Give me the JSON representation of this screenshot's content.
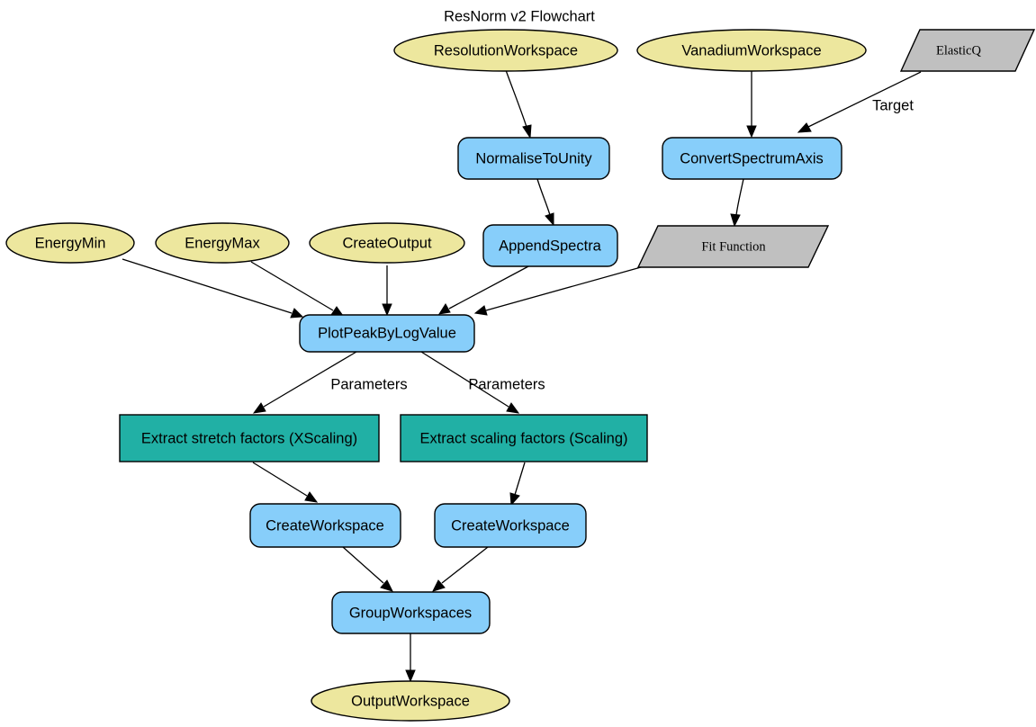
{
  "diagram": {
    "title": "ResNorm v2 Flowchart",
    "type": "flowchart",
    "background": "#ffffff",
    "palette": {
      "input_ellipse_fill": "#EDE79E",
      "algorithm_box_fill": "#87CEFA",
      "process_box_fill": "#21B0A5",
      "parallelogram_fill": "#C0C0C0",
      "stroke": "#000000"
    }
  },
  "nodes": {
    "resolution_workspace": {
      "label": "ResolutionWorkspace",
      "shape": "ellipse",
      "fill": "#EDE79E"
    },
    "vanadium_workspace": {
      "label": "VanadiumWorkspace",
      "shape": "ellipse",
      "fill": "#EDE79E"
    },
    "elastic_q": {
      "label": "ElasticQ",
      "shape": "parallelogram",
      "fill": "#C0C0C0"
    },
    "normalise_to_unity": {
      "label": "NormaliseToUnity",
      "shape": "rounded-rect",
      "fill": "#87CEFA"
    },
    "convert_spectrum_axis": {
      "label": "ConvertSpectrumAxis",
      "shape": "rounded-rect",
      "fill": "#87CEFA"
    },
    "append_spectra": {
      "label": "AppendSpectra",
      "shape": "rounded-rect",
      "fill": "#87CEFA"
    },
    "fit_function": {
      "label": "Fit Function",
      "shape": "parallelogram",
      "fill": "#C0C0C0"
    },
    "energy_min": {
      "label": "EnergyMin",
      "shape": "ellipse",
      "fill": "#EDE79E"
    },
    "energy_max": {
      "label": "EnergyMax",
      "shape": "ellipse",
      "fill": "#EDE79E"
    },
    "create_output": {
      "label": "CreateOutput",
      "shape": "ellipse",
      "fill": "#EDE79E"
    },
    "plot_peak_by_log_value": {
      "label": "PlotPeakByLogValue",
      "shape": "rounded-rect",
      "fill": "#87CEFA"
    },
    "extract_stretch_factors": {
      "label": "Extract stretch factors (XScaling)",
      "shape": "rect",
      "fill": "#21B0A5"
    },
    "extract_scaling_factors": {
      "label": "Extract scaling factors (Scaling)",
      "shape": "rect",
      "fill": "#21B0A5"
    },
    "create_workspace_left": {
      "label": "CreateWorkspace",
      "shape": "rounded-rect",
      "fill": "#87CEFA"
    },
    "create_workspace_right": {
      "label": "CreateWorkspace",
      "shape": "rounded-rect",
      "fill": "#87CEFA"
    },
    "group_workspaces": {
      "label": "GroupWorkspaces",
      "shape": "rounded-rect",
      "fill": "#87CEFA"
    },
    "output_workspace": {
      "label": "OutputWorkspace",
      "shape": "ellipse",
      "fill": "#EDE79E"
    }
  },
  "edge_labels": {
    "target": "Target",
    "parameters_left": "Parameters",
    "parameters_right": "Parameters"
  },
  "edges": [
    {
      "from": "resolution_workspace",
      "to": "normalise_to_unity",
      "label": ""
    },
    {
      "from": "normalise_to_unity",
      "to": "append_spectra",
      "label": ""
    },
    {
      "from": "vanadium_workspace",
      "to": "convert_spectrum_axis",
      "label": ""
    },
    {
      "from": "elastic_q",
      "to": "convert_spectrum_axis",
      "label": "Target"
    },
    {
      "from": "convert_spectrum_axis",
      "to": "fit_function",
      "label": ""
    },
    {
      "from": "energy_min",
      "to": "plot_peak_by_log_value",
      "label": ""
    },
    {
      "from": "energy_max",
      "to": "plot_peak_by_log_value",
      "label": ""
    },
    {
      "from": "create_output",
      "to": "plot_peak_by_log_value",
      "label": ""
    },
    {
      "from": "append_spectra",
      "to": "plot_peak_by_log_value",
      "label": ""
    },
    {
      "from": "fit_function",
      "to": "plot_peak_by_log_value",
      "label": ""
    },
    {
      "from": "plot_peak_by_log_value",
      "to": "extract_stretch_factors",
      "label": "Parameters"
    },
    {
      "from": "plot_peak_by_log_value",
      "to": "extract_scaling_factors",
      "label": "Parameters"
    },
    {
      "from": "extract_stretch_factors",
      "to": "create_workspace_left",
      "label": ""
    },
    {
      "from": "extract_scaling_factors",
      "to": "create_workspace_right",
      "label": ""
    },
    {
      "from": "create_workspace_left",
      "to": "group_workspaces",
      "label": ""
    },
    {
      "from": "create_workspace_right",
      "to": "group_workspaces",
      "label": ""
    },
    {
      "from": "group_workspaces",
      "to": "output_workspace",
      "label": ""
    }
  ]
}
